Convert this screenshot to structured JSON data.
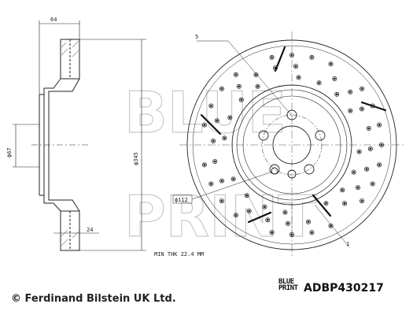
{
  "drawing": {
    "dim_thickness_total": "64",
    "dim_hub_diameter": "ϕ67",
    "dim_outer_diameter": "ϕ345",
    "dim_rim_thickness": "24",
    "min_thickness_label": "MIN THK 22.4 MM",
    "bolt_circle_label": "ϕ112",
    "callout_5": "5",
    "callout_1": "1",
    "watermark_word1": "BLUE",
    "watermark_word2": "PRINT"
  },
  "footer": {
    "copyright": "© Ferdinand Bilstein UK Ltd.",
    "logo_line1": "BLUE",
    "logo_line2": "PRINT",
    "part_number": "ADBP430217"
  }
}
